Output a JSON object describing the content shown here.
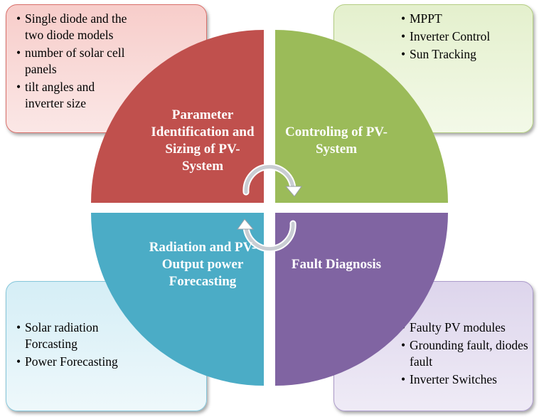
{
  "quadrants": {
    "top_left": {
      "title": "Parameter Identification and Sizing of PV-System",
      "color": "#c0504d",
      "bullets": [
        "Single diode and the two diode models",
        " number of solar cell panels",
        "tilt angles and inverter size"
      ]
    },
    "top_right": {
      "title": "Controling of PV- System",
      "color": "#9bbb59",
      "bullets": [
        "MPPT",
        "Inverter Control",
        "Sun Tracking"
      ]
    },
    "bottom_left": {
      "title": "Radiation and PV-Output power Forecasting",
      "color": "#4bacc6",
      "bullets": [
        "Solar radiation Forcasting",
        "Power Forecasting"
      ]
    },
    "bottom_right": {
      "title": "Fault Diagnosis",
      "color": "#8064a2",
      "bullets": [
        "Faulty PV modules",
        "Grounding fault, diodes  fault",
        "Inverter Switches"
      ]
    }
  },
  "icons": {
    "center": "circular-arrows-icon"
  }
}
